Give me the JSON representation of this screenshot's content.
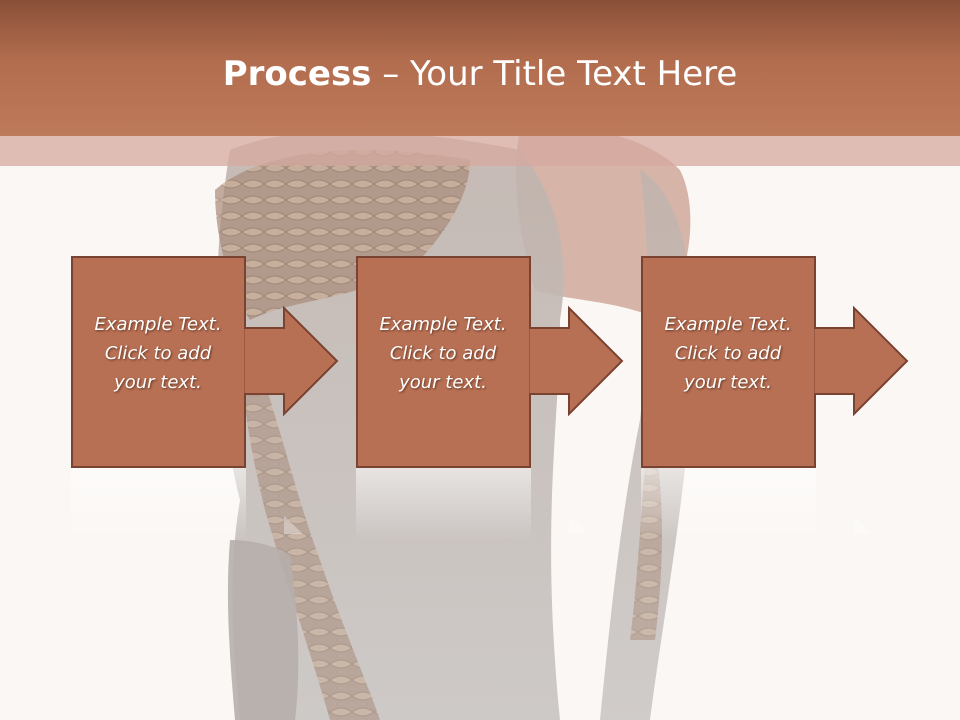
{
  "slide": {
    "title_bold": "Process",
    "title_rest": " – Your Title Text Here"
  },
  "steps": [
    {
      "line1": "Example Text.",
      "line2": "Click  to add",
      "line3": "your text."
    },
    {
      "line1": "Example Text.",
      "line2": "Click  to add",
      "line3": "your text."
    },
    {
      "line1": "Example Text.",
      "line2": "Click  to add",
      "line3": "your text."
    }
  ],
  "colors": {
    "accent": "#b87054",
    "accent_dark": "#7a4230",
    "title_band": "#b26d4e",
    "background": "#fbf7f4"
  }
}
